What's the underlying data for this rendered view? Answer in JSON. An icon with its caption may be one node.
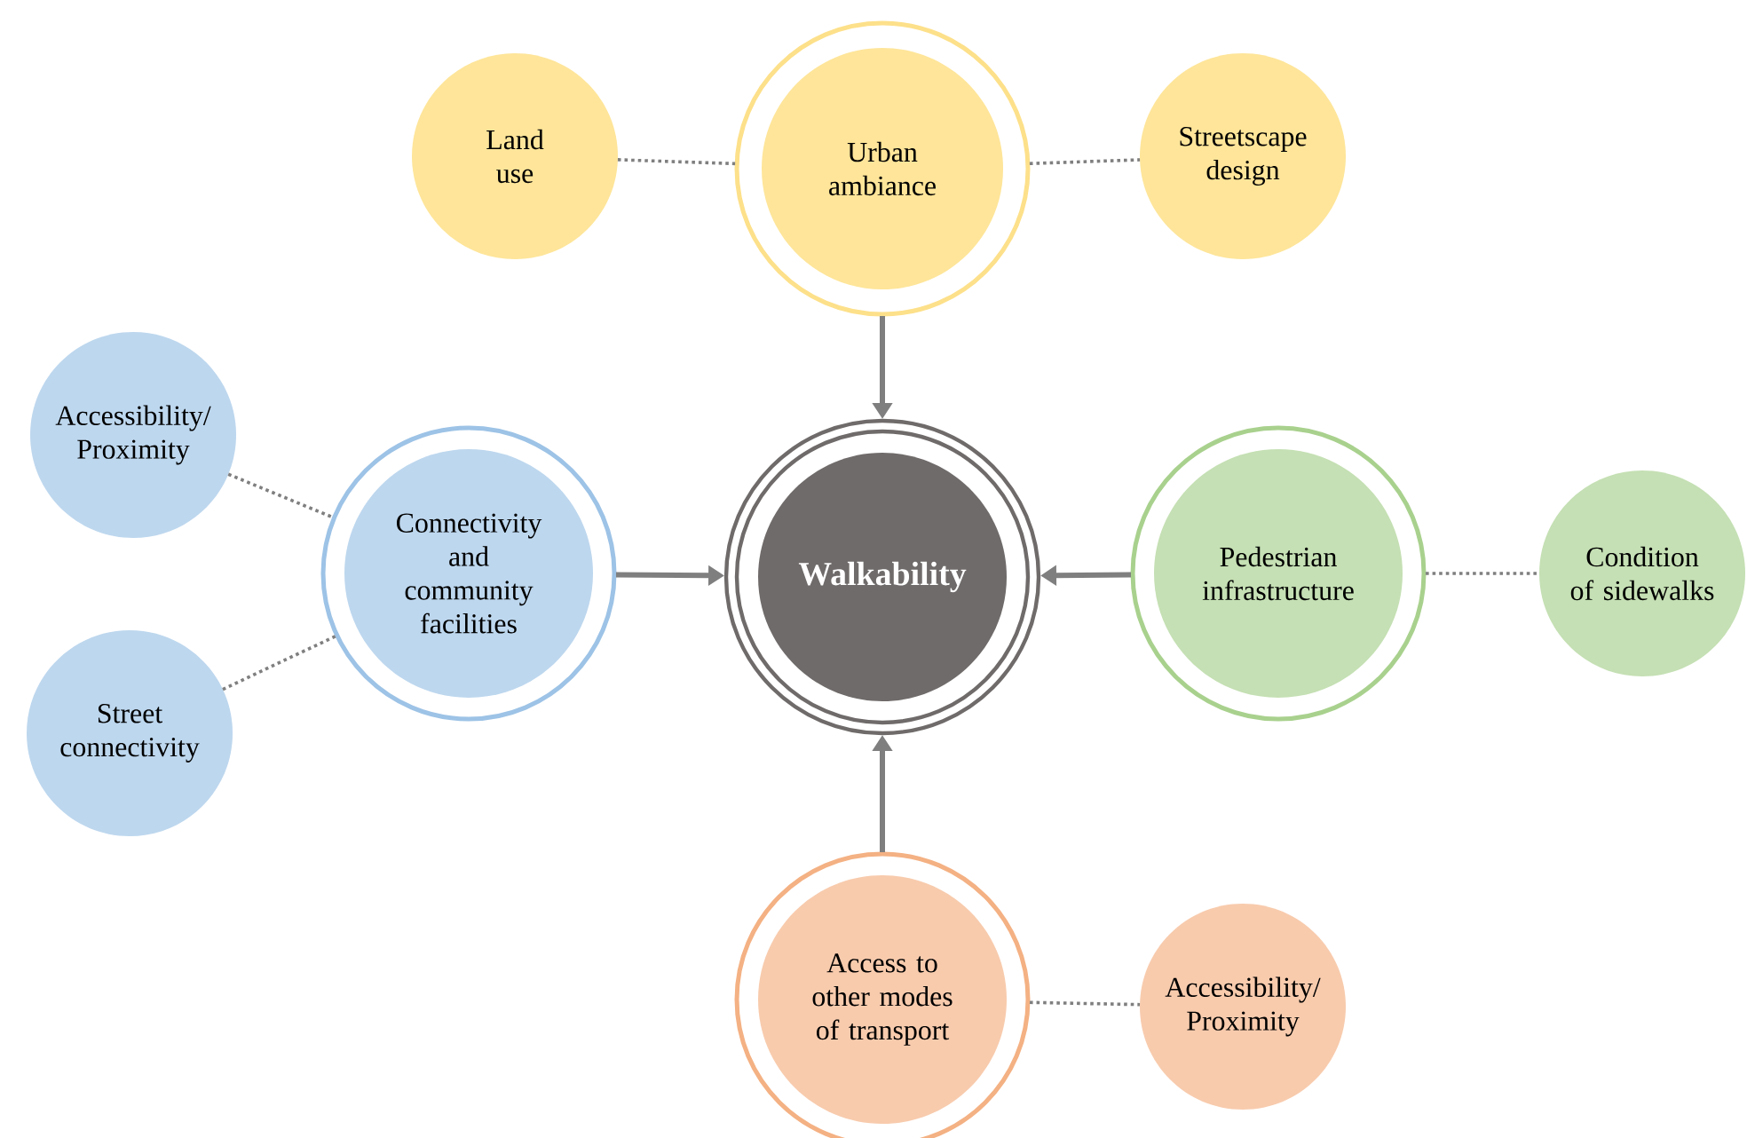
{
  "diagram": {
    "nodes": [
      {
        "text": [
          "Walkability"
        ]
      },
      {
        "text": [
          "Urban ambiance"
        ]
      },
      {
        "text": [
          "Land use"
        ]
      },
      {
        "text": [
          "Streetscape design"
        ]
      },
      {
        "text": [
          "Connectivity and community facilities"
        ]
      },
      {
        "text": [
          "Accessibility/ Proximity"
        ]
      },
      {
        "text": [
          "Street connectivity"
        ]
      },
      {
        "text": [
          "Pedestrian infrastructure"
        ]
      },
      {
        "text": [
          "Condition of sidewalks"
        ]
      },
      {
        "text": [
          "Access to other modes of transport"
        ]
      },
      {
        "text": [
          "Accessibility/ Proximity"
        ]
      }
    ],
    "edges": [
      {
        "from": 1,
        "to": 0,
        "arrow": "to"
      },
      {
        "from": 4,
        "to": 0,
        "arrow": "to"
      },
      {
        "from": 7,
        "to": 0,
        "arrow": "to"
      },
      {
        "from": 9,
        "to": 0,
        "arrow": "to"
      },
      {
        "from": 2,
        "to": 1,
        "arrow": "none",
        "style": "dashed"
      },
      {
        "from": 1,
        "to": 3,
        "arrow": "none",
        "style": "dashed"
      },
      {
        "from": 5,
        "to": 4,
        "arrow": "none",
        "style": "dashed"
      },
      {
        "from": 6,
        "to": 4,
        "arrow": "none",
        "style": "dashed"
      },
      {
        "from": 7,
        "to": 8,
        "arrow": "none",
        "style": "dashed"
      },
      {
        "from": 9,
        "to": 10,
        "arrow": "none",
        "style": "dashed"
      }
    ]
  }
}
